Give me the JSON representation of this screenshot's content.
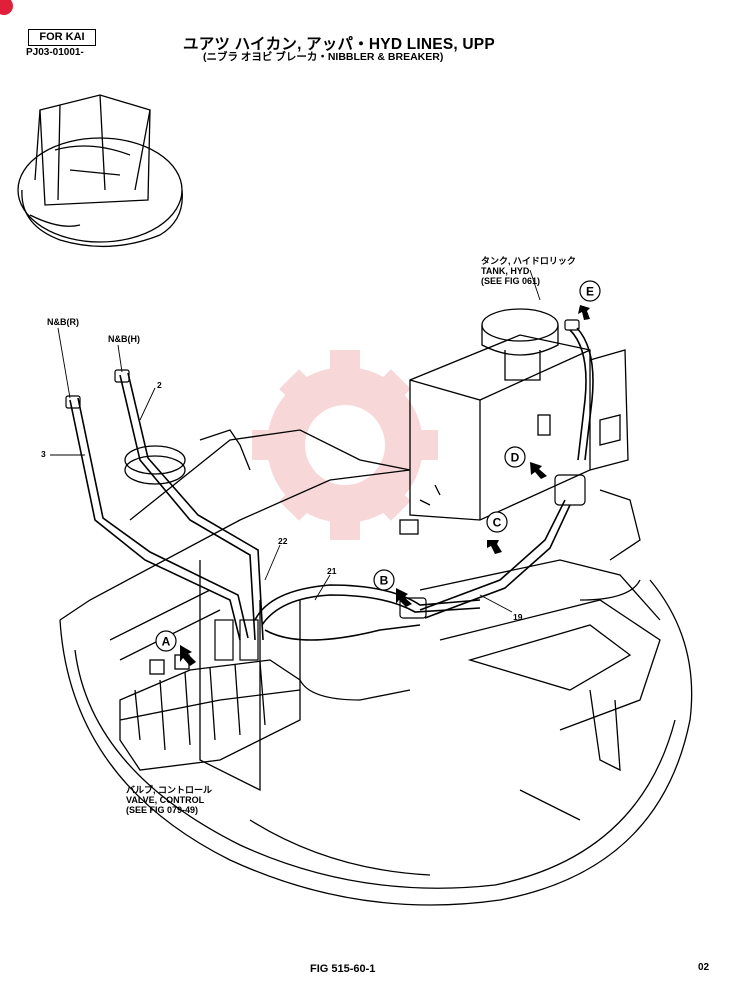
{
  "header": {
    "box_label": "FOR KAI",
    "part_code": "PJ03-01001-",
    "title": "ユアツ ハイカン, アッパ・HYD LINES, UPP",
    "subtitle": "(ニブラ オヨビ ブレーカ・NIBBLER & BREAKER)"
  },
  "callouts": {
    "tank": "タンク, ハイドロリック\nTANK, HYD\n(SEE FIG 061)",
    "valve": "バルブ, コントロール\nVALVE, CONTROL\n(SEE FIG 079-49)",
    "nb_r": "N&B(R)",
    "nb_h": "N&B(H)"
  },
  "part_numbers": {
    "p2": "2",
    "p3": "3",
    "p19": "19",
    "p21": "21",
    "p22": "22"
  },
  "view_markers": {
    "a": "A",
    "b": "B",
    "c": "C",
    "d": "D",
    "e": "E"
  },
  "footer": {
    "figure": "FIG 515-60-1",
    "page": "02"
  },
  "colors": {
    "line": "#000000",
    "watermark": "#f2b8b8",
    "corner_badge": "#e0203a"
  }
}
